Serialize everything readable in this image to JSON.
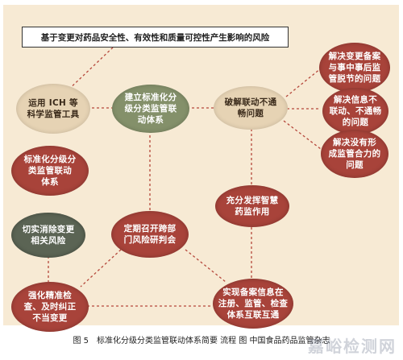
{
  "top_box": "基于变更对药品安全性、有效性和质量可控性产生影响的风险",
  "nodes": {
    "ich": [
      "运用 ICH 等",
      "科学监管工具"
    ],
    "build": [
      "建立标准化分",
      "级分类监管联",
      "动体系"
    ],
    "break": [
      "破解联动不通",
      "畅问题"
    ],
    "r1": [
      "解决变更备案",
      "与事中事后监",
      "管脱节的问题"
    ],
    "r2": [
      "解决信息不",
      "联动、不通畅",
      "的问题"
    ],
    "r3": [
      "解决没有形",
      "成监管合力的",
      "问题"
    ],
    "left_std": [
      "标准化分级分",
      "类监管联动",
      "体系"
    ],
    "smart": [
      "充分发挥智慧",
      "药监作用"
    ],
    "eliminate": [
      "切实消除变更",
      "相关风险"
    ],
    "regular": [
      "定期召开跨部",
      "门风险研判会"
    ],
    "strengthen": [
      "强化精准检",
      "查、及时纠正",
      "不当变更"
    ],
    "info": [
      "实现备案信息在",
      "注册、监管、检查",
      "体系互联互通"
    ]
  },
  "colors": {
    "red": "#a8433a",
    "green": "#84906a",
    "beige": "#e6d3b4",
    "dark": "#5b6454",
    "background": "#f7ead4"
  },
  "caption": "图 5　标准化分级分类监管联动体系简要 ­流程 图 中国食品药品监管杂志",
  "watermark": "嘉峪检测网"
}
